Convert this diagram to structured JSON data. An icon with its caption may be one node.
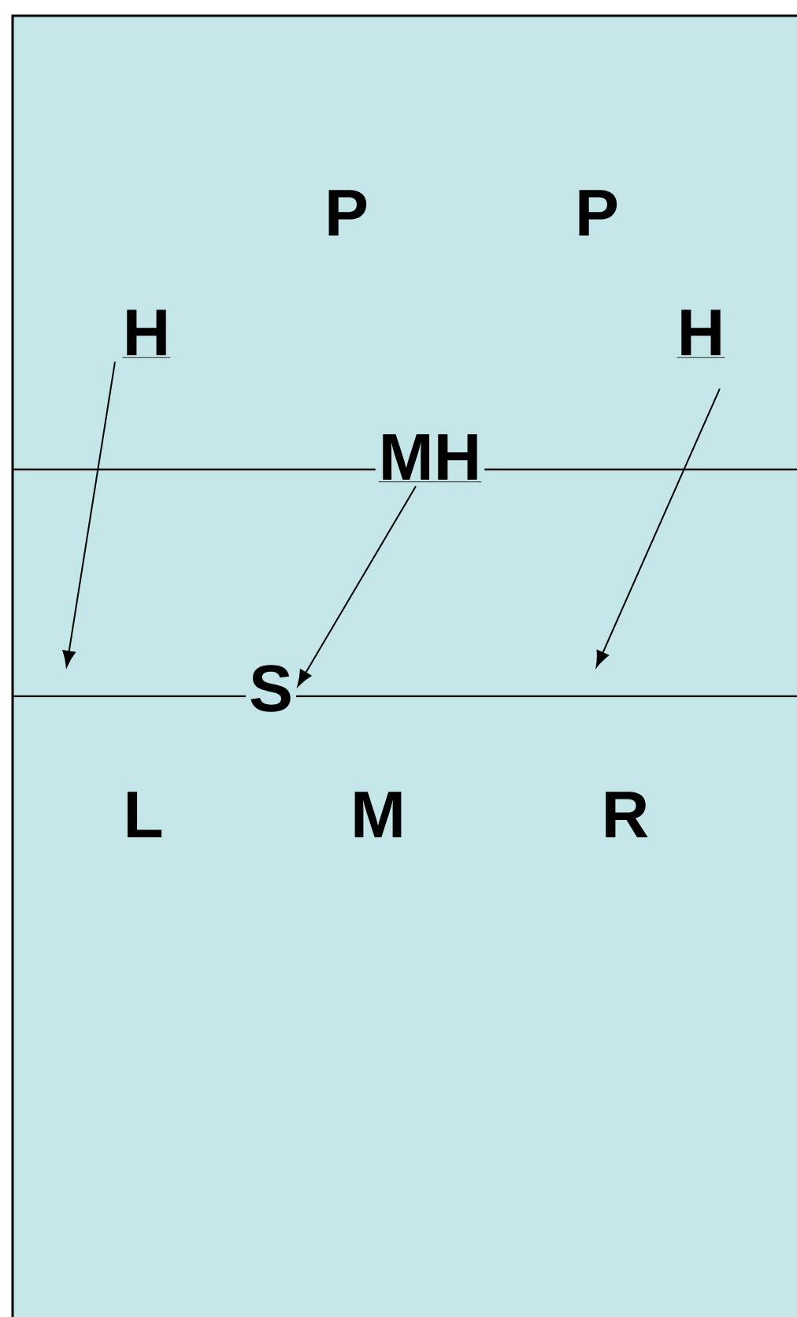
{
  "diagram": {
    "nodes": [
      {
        "text": [
          "H"
        ]
      },
      {
        "text": [
          "H"
        ]
      },
      {
        "text": [
          "MH"
        ]
      },
      {
        "text": [
          "S"
        ]
      }
    ],
    "edges": [
      {
        "from": 0,
        "to": null,
        "arrow": "to"
      },
      {
        "from": 2,
        "to": 3,
        "arrow": "to"
      },
      {
        "from": 1,
        "to": null,
        "arrow": "to"
      }
    ],
    "labels": [
      "P",
      "P",
      "L",
      "M",
      "R"
    ]
  }
}
